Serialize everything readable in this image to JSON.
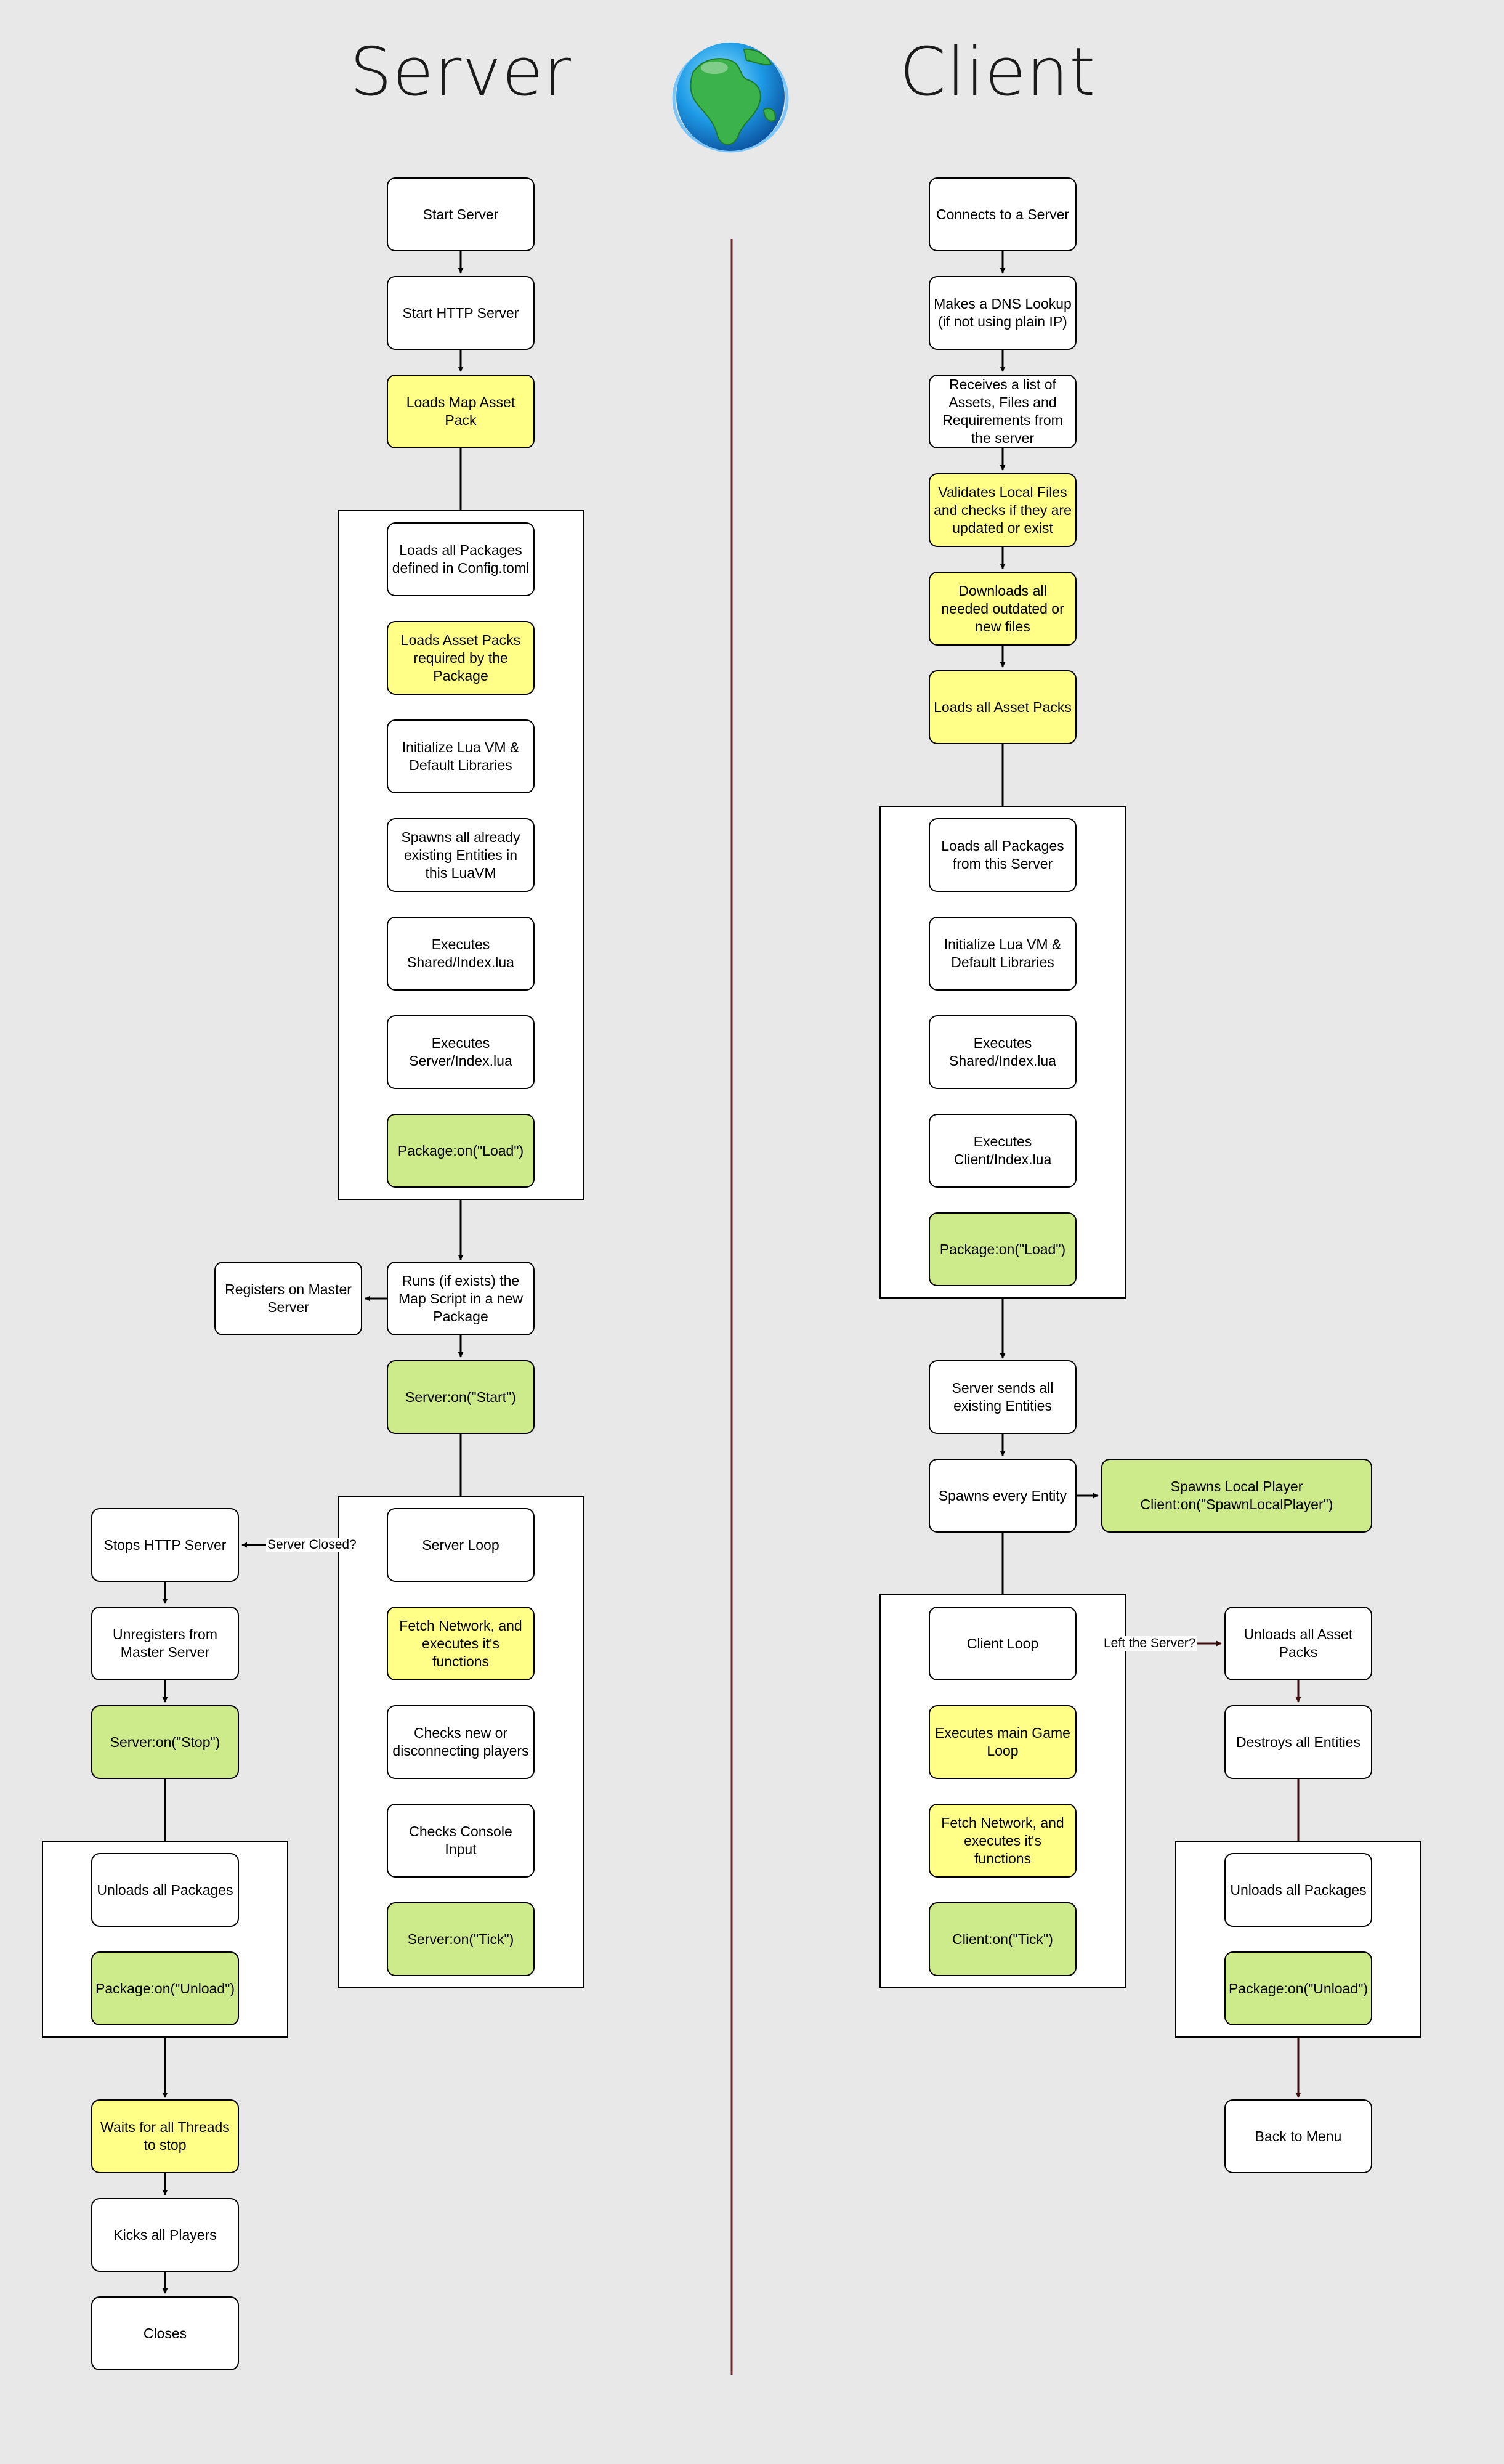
{
  "titles": {
    "server": "Server",
    "client": "Client"
  },
  "colors": {
    "white": "#ffffff",
    "yellow": "#ffff88",
    "green": "#cdeb8b",
    "background": "#e8e8e8",
    "divider": "#6b2a2a",
    "client_exit_arrow": "#3b0d0d"
  },
  "icons": {
    "globe": "globe-icon"
  },
  "server": {
    "start_server": "Start Server",
    "start_http": "Start HTTP Server",
    "loads_map_asset_pack": "Loads Map Asset Pack",
    "loads_packages": "Loads all Packages defined in Config.toml",
    "loads_asset_packs": "Loads Asset Packs required by the Package",
    "init_lua_vm": "Initialize Lua VM & Default Libraries",
    "spawns_entities": "Spawns all already existing Entities in this LuaVM",
    "exec_shared": "Executes Shared/Index.lua",
    "exec_server": "Executes Server/Index.lua",
    "package_load": "Package:on(\"Load\")",
    "runs_map_script": "Runs (if exists) the Map Script in a new Package",
    "registers_master": "Registers on Master Server",
    "server_start": "Server:on(\"Start\")",
    "server_loop": "Server Loop",
    "fetch_network": "Fetch Network, and executes it's functions",
    "checks_players": "Checks new or disconnecting players",
    "checks_console": "Checks Console Input",
    "server_tick": "Server:on(\"Tick\")",
    "server_closed_label": "Server Closed?",
    "stops_http": "Stops HTTP Server",
    "unregisters_master": "Unregisters from Master Server",
    "server_stop": "Server:on(\"Stop\")",
    "unloads_packages": "Unloads all Packages",
    "package_unload": "Package:on(\"Unload\")",
    "waits_threads": "Waits for all Threads to stop",
    "kicks_players": "Kicks all Players",
    "closes": "Closes"
  },
  "client": {
    "connects": "Connects to a Server",
    "dns_lookup": "Makes a DNS Lookup (if not using plain IP)",
    "receives_list": "Receives a list of Assets, Files and Requirements from the server",
    "validates_files": "Validates Local Files and checks if they are updated or exist",
    "downloads_files": "Downloads all needed outdated or new files",
    "loads_asset_packs": "Loads all Asset Packs",
    "loads_packages": "Loads all Packages from this Server",
    "init_lua_vm": "Initialize Lua VM & Default Libraries",
    "exec_shared": "Executes Shared/Index.lua",
    "exec_client": "Executes Client/Index.lua",
    "package_load": "Package:on(\"Load\")",
    "server_sends_entities": "Server sends all existing Entities",
    "spawns_every_entity": "Spawns every Entity",
    "spawns_local_player": "Spawns Local Player Client:on(\"SpawnLocalPlayer\")",
    "client_loop": "Client Loop",
    "exec_game_loop": "Executes main Game Loop",
    "fetch_network": "Fetch Network, and executes it's functions",
    "client_tick": "Client:on(\"Tick\")",
    "left_server_label": "Left the Server?",
    "unloads_asset_packs": "Unloads all Asset Packs",
    "destroys_entities": "Destroys all Entities",
    "unloads_packages": "Unloads all Packages",
    "package_unload": "Package:on(\"Unload\")",
    "back_to_menu": "Back to Menu"
  }
}
